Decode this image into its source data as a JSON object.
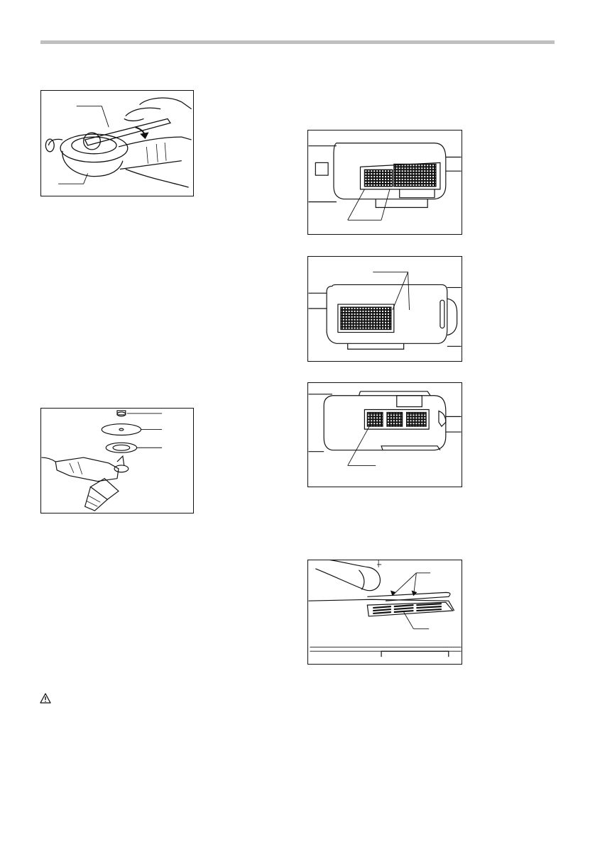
{
  "page": {
    "figures": [
      {
        "name": "wrench-flange-figure",
        "alt_icon": "wrench-icon"
      },
      {
        "name": "wheel-mounting-figure",
        "alt_icon": "grinder-icon"
      },
      {
        "name": "vent-figure-1",
        "alt_icon": "air-vent-icon"
      },
      {
        "name": "vent-figure-2",
        "alt_icon": "air-vent-icon"
      },
      {
        "name": "vent-figure-3",
        "alt_icon": "air-vent-icon"
      },
      {
        "name": "dust-cover-removal-figure",
        "alt_icon": "dust-cover-icon"
      }
    ],
    "warning_icon": "warning-triangle-icon"
  }
}
